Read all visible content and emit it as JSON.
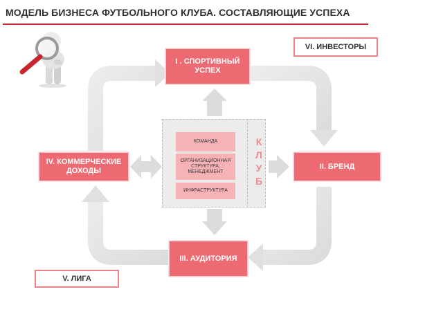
{
  "title": "МОДЕЛЬ БИЗНЕСА ФУТБОЛЬНОГО КЛУБА. СОСТАВЛЯЮЩИЕ УСПЕХА",
  "nodes": {
    "sport": "I . СПОРТИВНЫЙ УСПЕХ",
    "brand": "II.  БРЕНД",
    "audience": "III. АУДИТОРИЯ",
    "commercial": "IV. КОММЕРЧЕСКИЕ ДОХОДЫ",
    "league": "V. ЛИГА",
    "investors": "VI. ИНВЕСТОРЫ"
  },
  "club": {
    "letters": [
      "К",
      "Л",
      "У",
      "Б"
    ],
    "items": [
      "КОМАНДА",
      "ОРГАНИЗАЦИОННАЯ СТРУКТУРА, МЕНЕДЖМЕНТ",
      "ИНФРАСТРУКТУРА"
    ]
  },
  "colors": {
    "accent": "#ee6a72",
    "inner": "#f7b2b6",
    "arrow": "#e3e3e3",
    "rule": "#c0262f"
  },
  "icons": [
    "magnifier-figure-icon"
  ]
}
